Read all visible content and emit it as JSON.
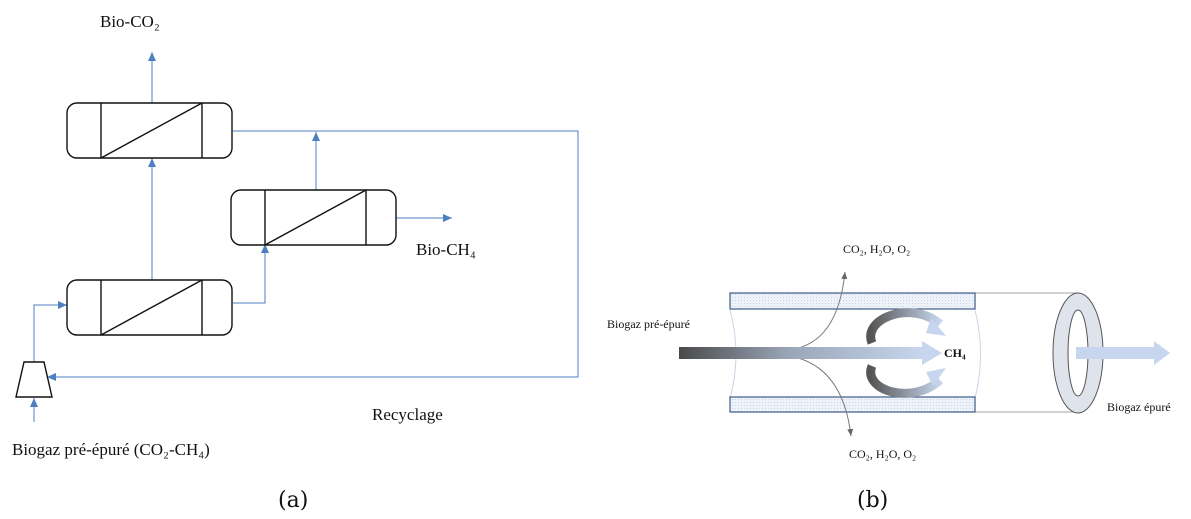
{
  "colors": {
    "flow_line": "#4f7fc3",
    "outline": "#111111",
    "membrane_wall_fill": "#e8eef8",
    "arrow_light": "#c7d6ee",
    "arrow_dark": "#555555"
  },
  "panel_a": {
    "caption": "(a)",
    "label_top": "Bio-CO₂",
    "label_right": "Bio-CH₄",
    "label_recycle": "Recyclage",
    "label_feed": "Biogaz pré-épuré (CO₂-CH₄)"
  },
  "panel_b": {
    "caption": "(b)",
    "label_top": "CO₂, H₂O, O₂",
    "label_bottom": "CO₂, H₂O, O₂",
    "label_feed": "Biogaz pré-épuré",
    "label_center": "CH₄",
    "label_out": "Biogaz épuré"
  }
}
